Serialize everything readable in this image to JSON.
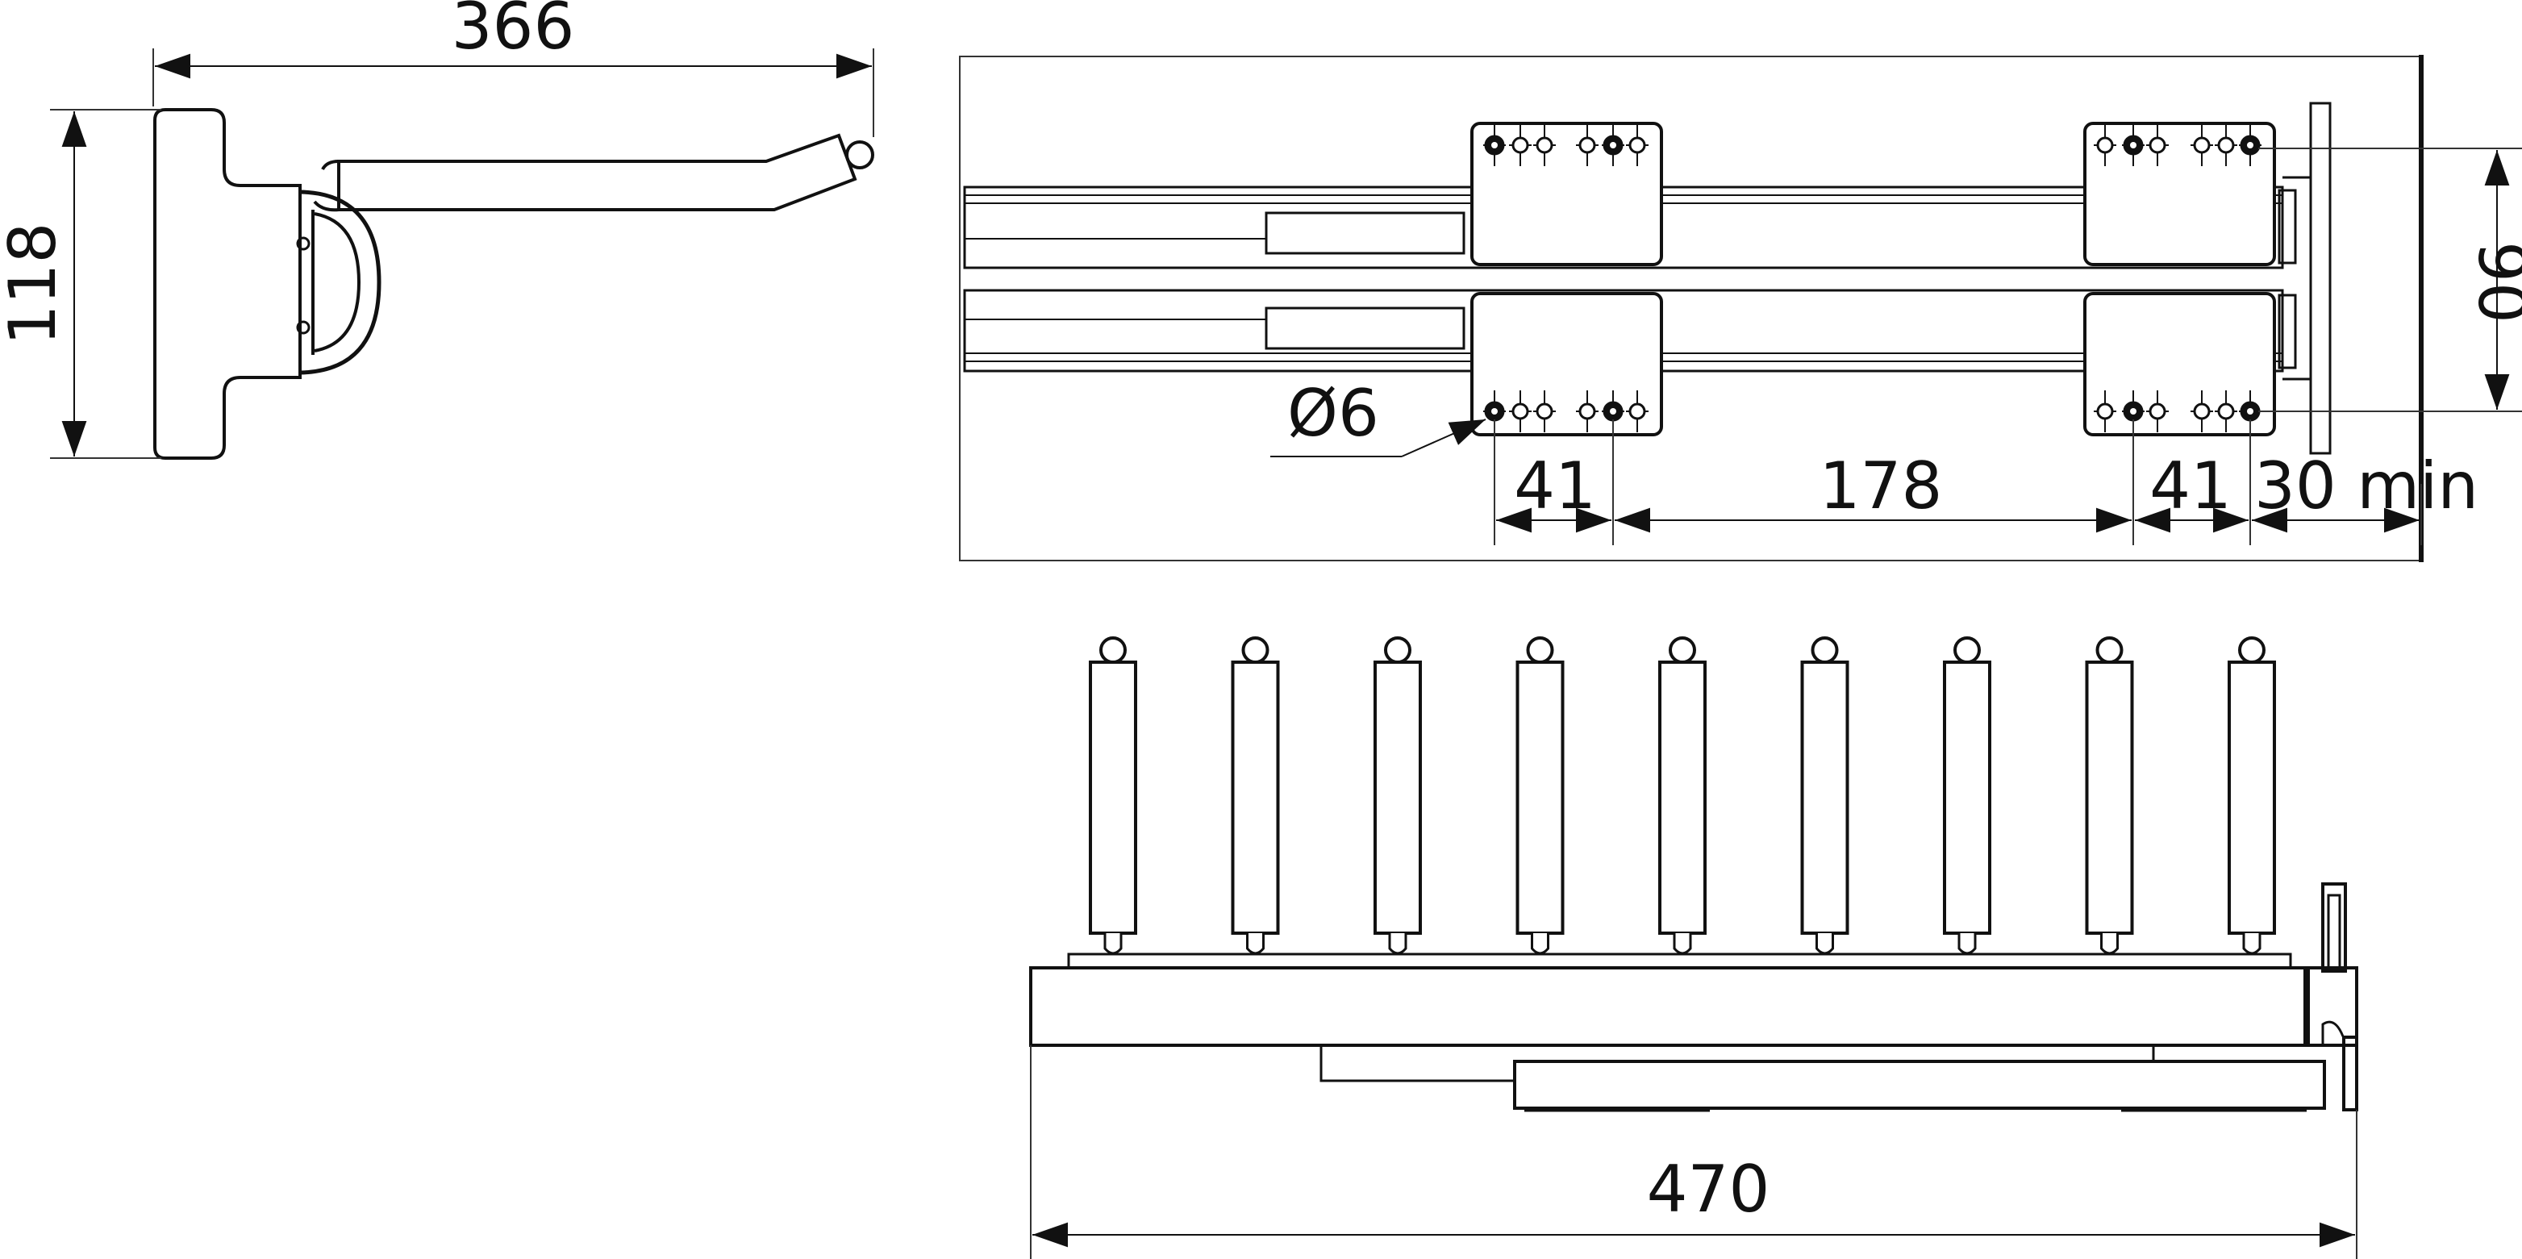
{
  "dimensions": {
    "side_width": "366",
    "side_height": "118",
    "top_height": "90",
    "hole_diameter": "Ø6",
    "spacing_left": "41",
    "spacing_center": "178",
    "spacing_right": "41",
    "clearance": "30 min",
    "overall_length": "470"
  },
  "colors": {
    "line": "#111111",
    "background": "#ffffff"
  },
  "hanger_count": 9
}
